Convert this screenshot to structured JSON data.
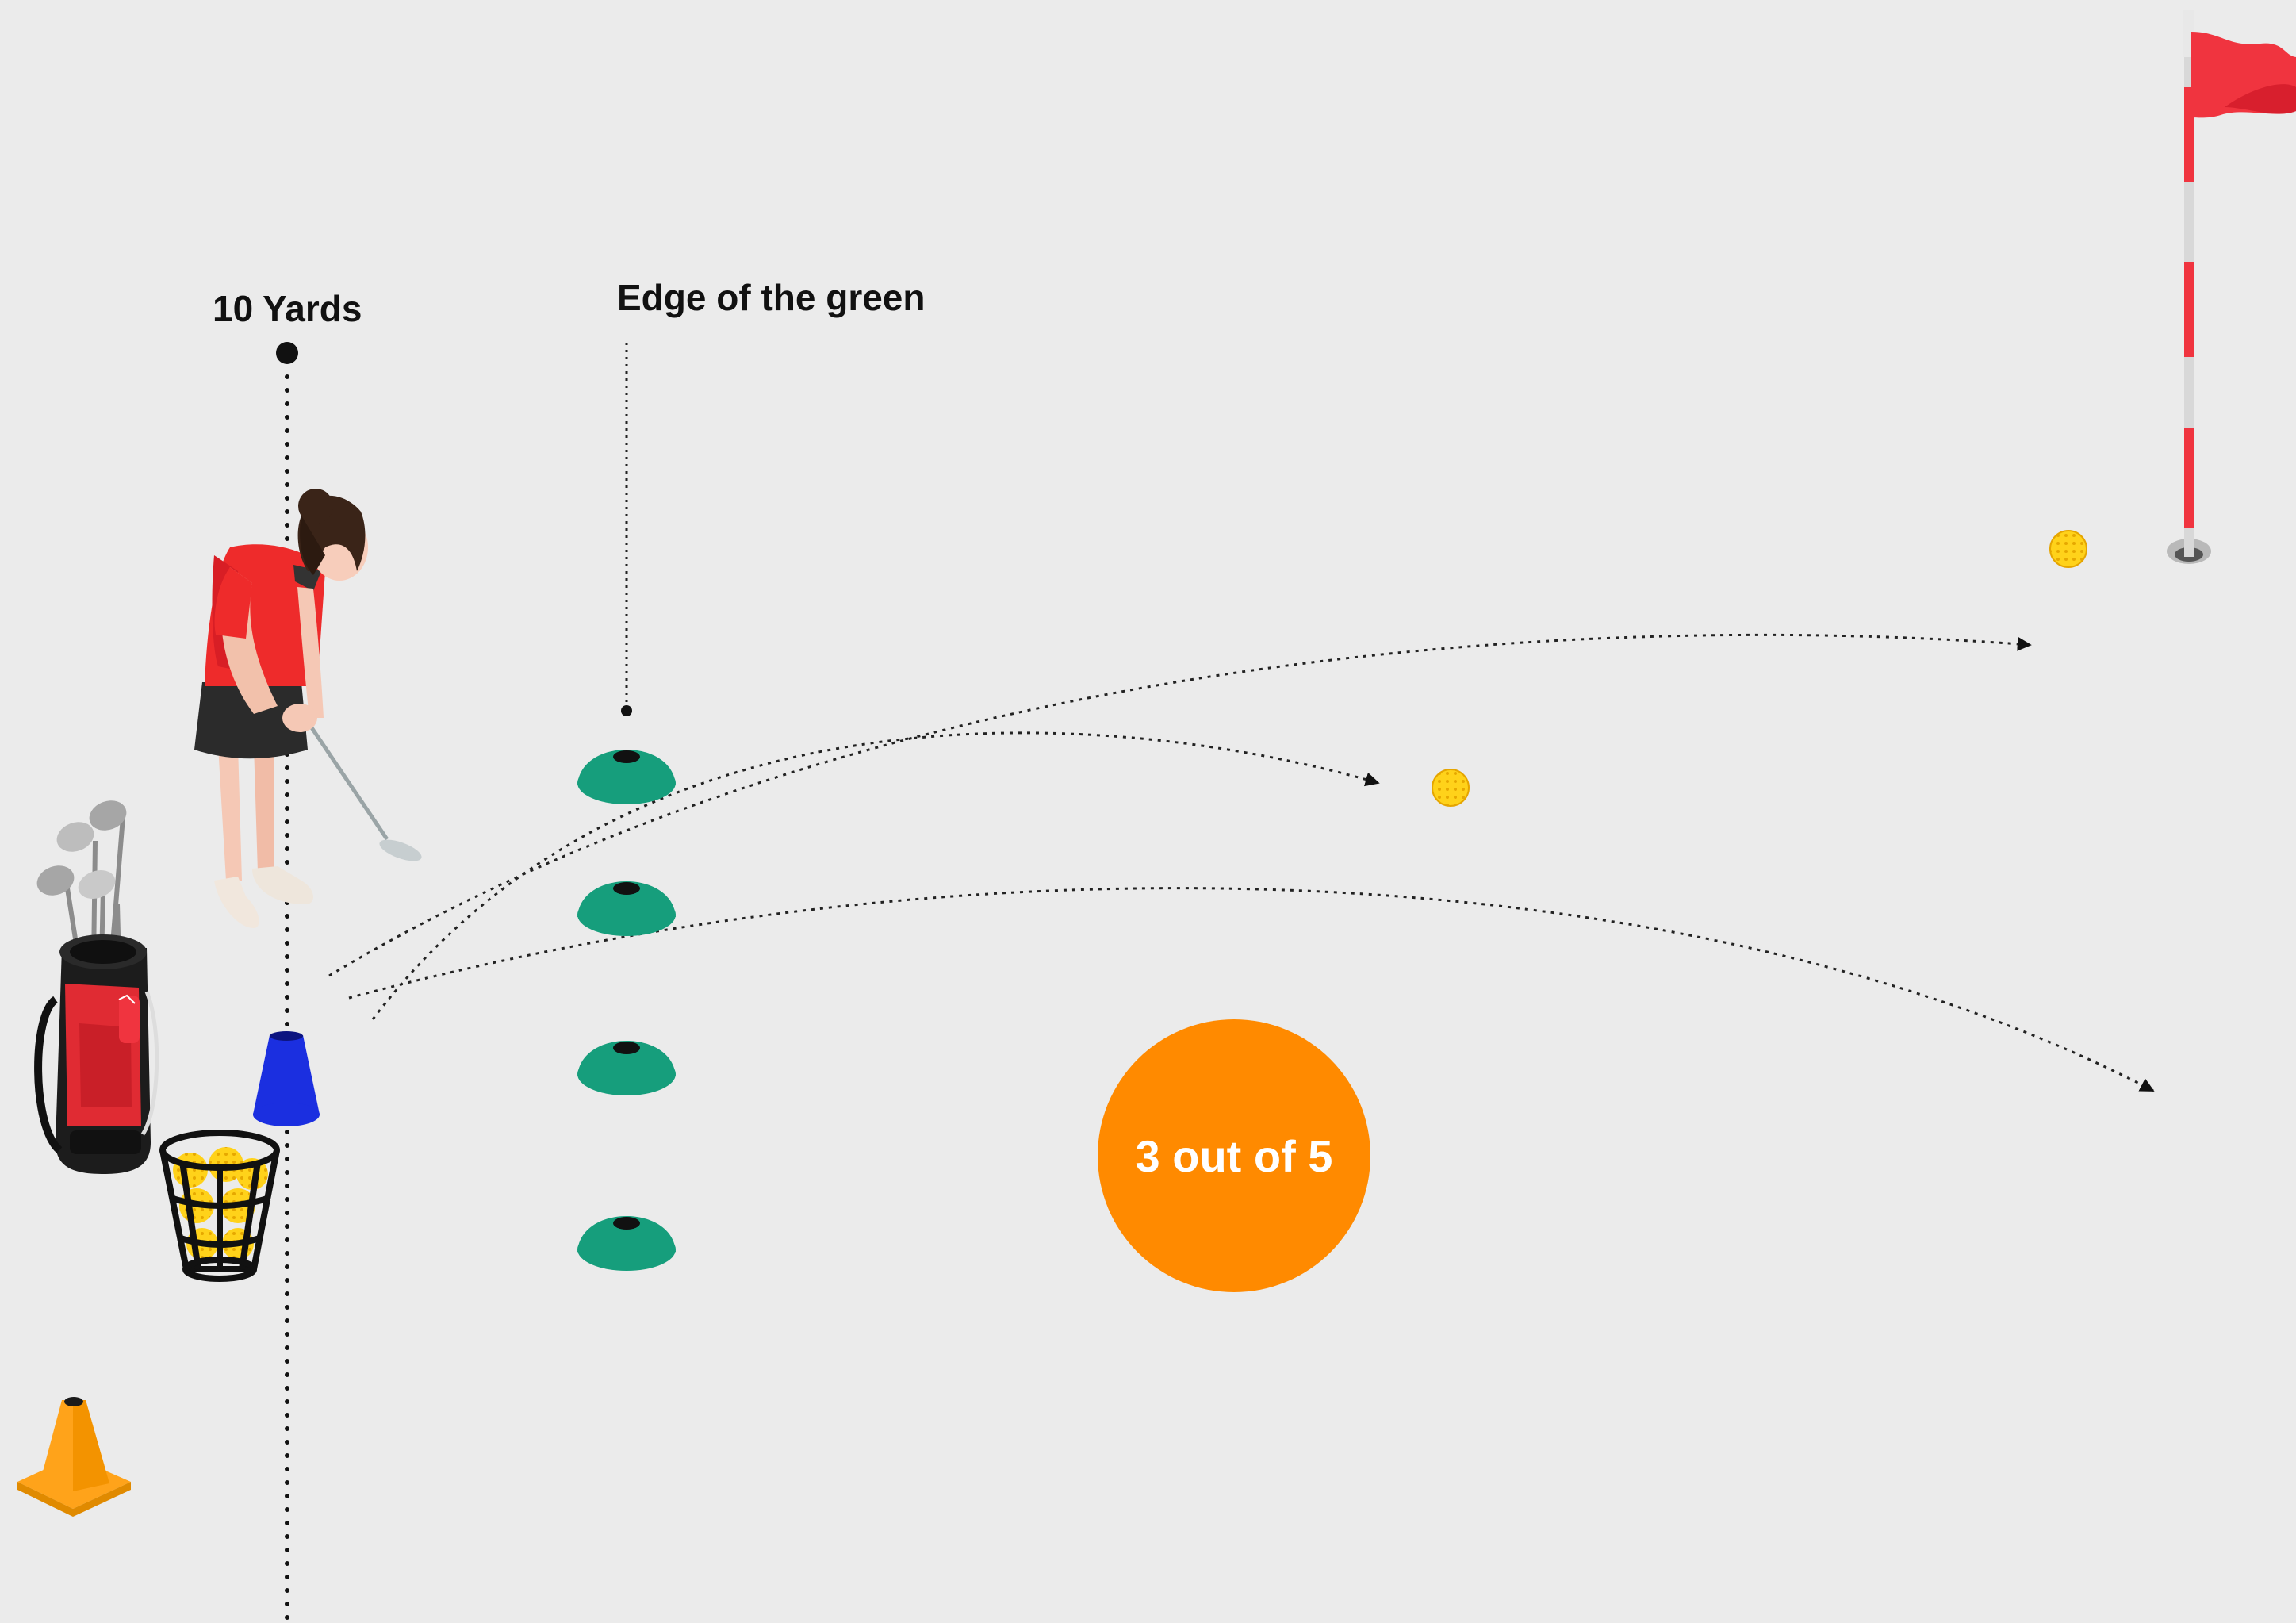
{
  "labels": {
    "yard_line": "10 Yards",
    "green_edge": "Edge of the green"
  },
  "score": {
    "text": "3 out of 5",
    "badge_color": "#ff8a00"
  },
  "colors": {
    "background": "#ebebeb",
    "marker_disc": "#169e7c",
    "marker_cone": "#1b2fe0",
    "traffic_cone": "#ffa31a",
    "flag": "#f0343f",
    "ball": "#ffd21a"
  },
  "icons": [
    "golfer-icon",
    "golf-bag-icon",
    "ball-basket-icon",
    "flag-icon",
    "hole-icon",
    "disc-marker-icon",
    "blue-cone-icon",
    "traffic-cone-icon",
    "golf-ball-icon"
  ]
}
